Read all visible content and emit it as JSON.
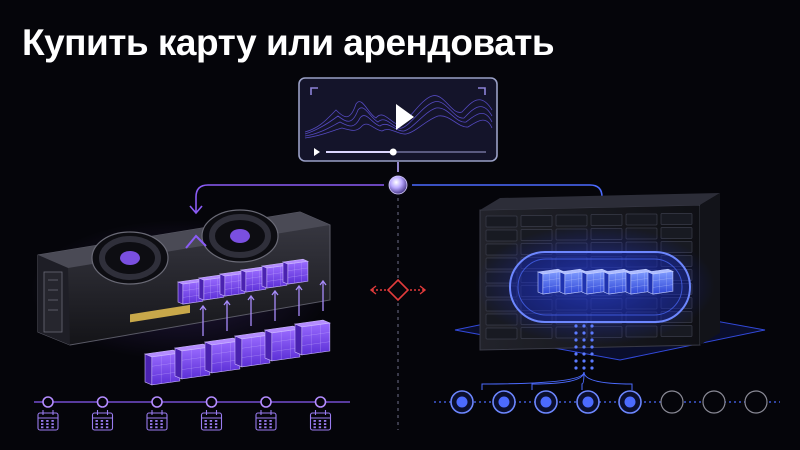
{
  "title": "Купить карту или арендовать",
  "colors": {
    "background": "#05050a",
    "buy_accent": "#8b5cf6",
    "rent_accent": "#4c6bff",
    "divider_accent": "#e23b3b"
  },
  "video_player": {
    "icon": "play-icon",
    "progress": 0.42
  },
  "buy_side": {
    "icon": "gpu-card-icon",
    "timeline_icon": "calendar-icon",
    "timeline_count": 6
  },
  "rent_side": {
    "icon": "server-rack-icon",
    "timeline_filled": 5,
    "timeline_total": 8
  }
}
